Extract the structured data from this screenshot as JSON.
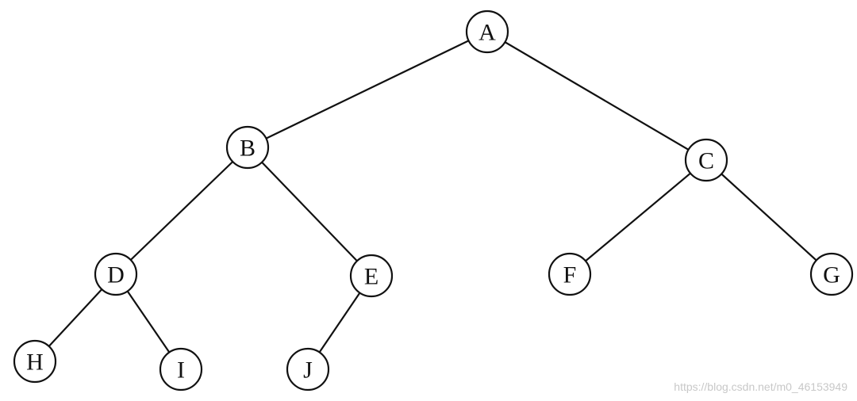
{
  "tree": {
    "nodes": [
      {
        "id": "A",
        "label": "A"
      },
      {
        "id": "B",
        "label": "B"
      },
      {
        "id": "C",
        "label": "C"
      },
      {
        "id": "D",
        "label": "D"
      },
      {
        "id": "E",
        "label": "E"
      },
      {
        "id": "F",
        "label": "F"
      },
      {
        "id": "G",
        "label": "G"
      },
      {
        "id": "H",
        "label": "H"
      },
      {
        "id": "I",
        "label": "I"
      },
      {
        "id": "J",
        "label": "J"
      }
    ],
    "edges": [
      {
        "from": "A",
        "to": "B"
      },
      {
        "from": "A",
        "to": "C"
      },
      {
        "from": "B",
        "to": "D"
      },
      {
        "from": "B",
        "to": "E"
      },
      {
        "from": "C",
        "to": "F"
      },
      {
        "from": "C",
        "to": "G"
      },
      {
        "from": "D",
        "to": "H"
      },
      {
        "from": "D",
        "to": "I"
      },
      {
        "from": "E",
        "to": "J"
      }
    ]
  },
  "watermark": "https://blog.csdn.net/m0_46153949",
  "colors": {
    "stroke": "#111111",
    "watermark": "#c8c8c8"
  }
}
